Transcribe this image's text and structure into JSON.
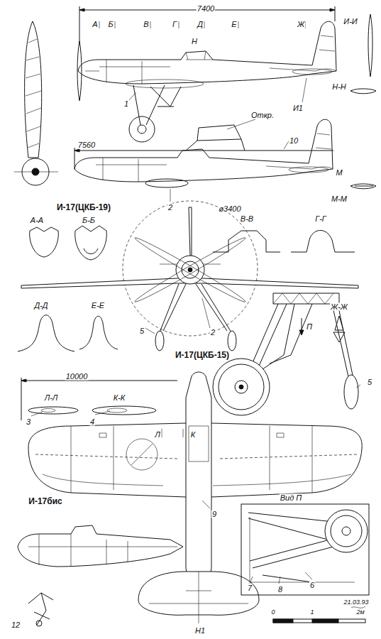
{
  "diagram": {
    "labels": [
      "7400",
      "А",
      "Б",
      "В",
      "Г",
      "Д",
      "Е",
      "Ж",
      "И-И",
      "Н",
      "1",
      "И1",
      "Откр.",
      "10",
      "Н-Н",
      "М",
      "М-М",
      "7560",
      "2",
      "И-17(ЦКБ-19)",
      "А-А",
      "Б-Б",
      "В-В",
      "Г-Г",
      "ø3400",
      "Д-Д",
      "Е-Е",
      "Ж-Ж",
      "5",
      "2",
      "И-17(ЦКБ-15)",
      "П",
      "5",
      "10000",
      "Л-Л",
      "К-К",
      "3",
      "4",
      "Л",
      "К",
      "9",
      "И-17бис",
      "Вид П",
      "7",
      "8",
      "6",
      "12",
      "Н1",
      "0",
      "1",
      "2м",
      "21.03.93"
    ]
  }
}
